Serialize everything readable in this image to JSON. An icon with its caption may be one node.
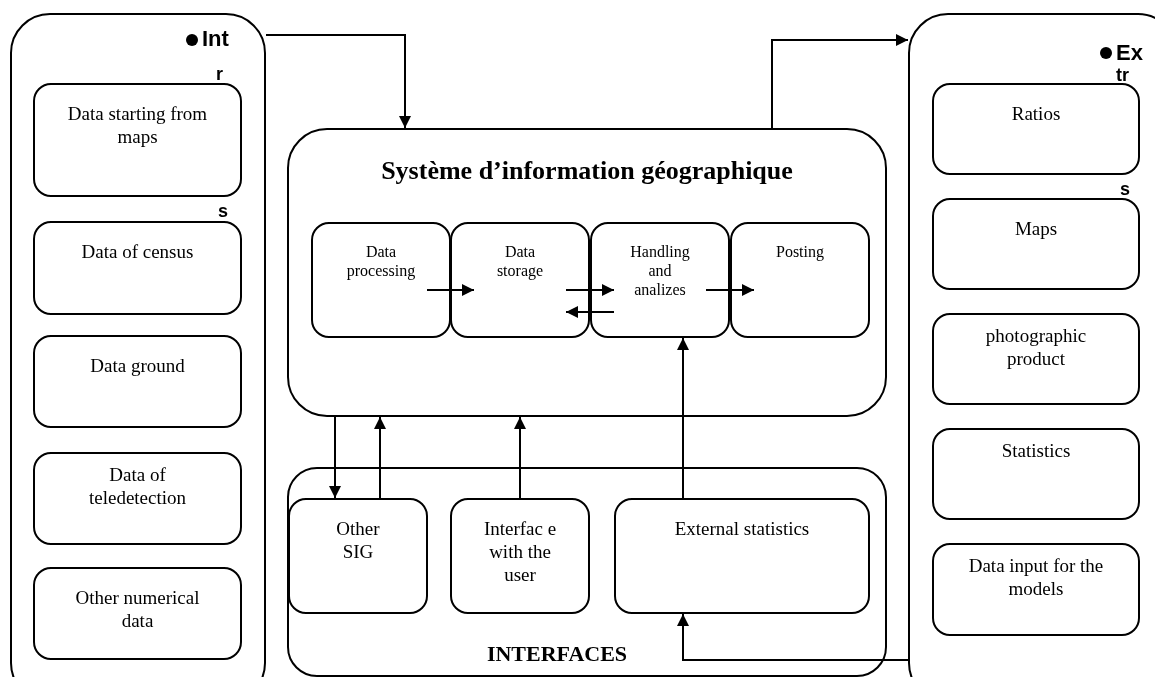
{
  "diagram": {
    "nodes": [
      {
        "text": [
          "Int",
          "r",
          "s"
        ]
      },
      {
        "text": [
          "Data starting from maps"
        ],
        "in": 0
      },
      {
        "text": [
          "Data of census"
        ],
        "in": 0
      },
      {
        "text": [
          "Data ground"
        ],
        "in": 0
      },
      {
        "text": [
          "Data of teledetection"
        ],
        "in": 0
      },
      {
        "text": [
          "Other numerical data"
        ],
        "in": 0
      },
      {
        "text": [
          "Système d’information géographique"
        ]
      },
      {
        "text": [
          "Data processing"
        ],
        "in": 6
      },
      {
        "text": [
          "Data storage"
        ],
        "in": 6
      },
      {
        "text": [
          "Handling and analizes"
        ],
        "in": 6
      },
      {
        "text": [
          "Posting"
        ],
        "in": 6
      },
      {
        "text": [
          "INTERFACES"
        ]
      },
      {
        "text": [
          "Other SIG"
        ],
        "in": 11
      },
      {
        "text": [
          "Interfac e with the user"
        ],
        "in": 11
      },
      {
        "text": [
          "External statistics"
        ],
        "in": 11
      },
      {
        "text": [
          "Ex",
          "tr",
          "s"
        ]
      },
      {
        "text": [
          "Ratios"
        ],
        "in": 15
      },
      {
        "text": [
          "Maps"
        ],
        "in": 15
      },
      {
        "text": [
          "photographic product"
        ],
        "in": 15
      },
      {
        "text": [
          "Statistics"
        ],
        "in": 15
      },
      {
        "text": [
          "Data input for the models"
        ],
        "in": 15
      }
    ],
    "edges": [
      {
        "from": 0,
        "to": 6,
        "arrow": "to"
      },
      {
        "from": 6,
        "to": 15,
        "arrow": "to"
      },
      {
        "from": 7,
        "to": 8,
        "arrow": "to"
      },
      {
        "from": 8,
        "to": 9,
        "arrow": "to"
      },
      {
        "from": 9,
        "to": 8,
        "arrow": "to"
      },
      {
        "from": 9,
        "to": 10,
        "arrow": "to"
      },
      {
        "from": 6,
        "to": 12,
        "arrow": "to"
      },
      {
        "from": 12,
        "to": 6,
        "arrow": "to"
      },
      {
        "from": 13,
        "to": 6,
        "arrow": "to"
      },
      {
        "from": 14,
        "to": 9,
        "arrow": "to"
      },
      {
        "from": 15,
        "to": 14,
        "arrow": "to"
      }
    ]
  }
}
